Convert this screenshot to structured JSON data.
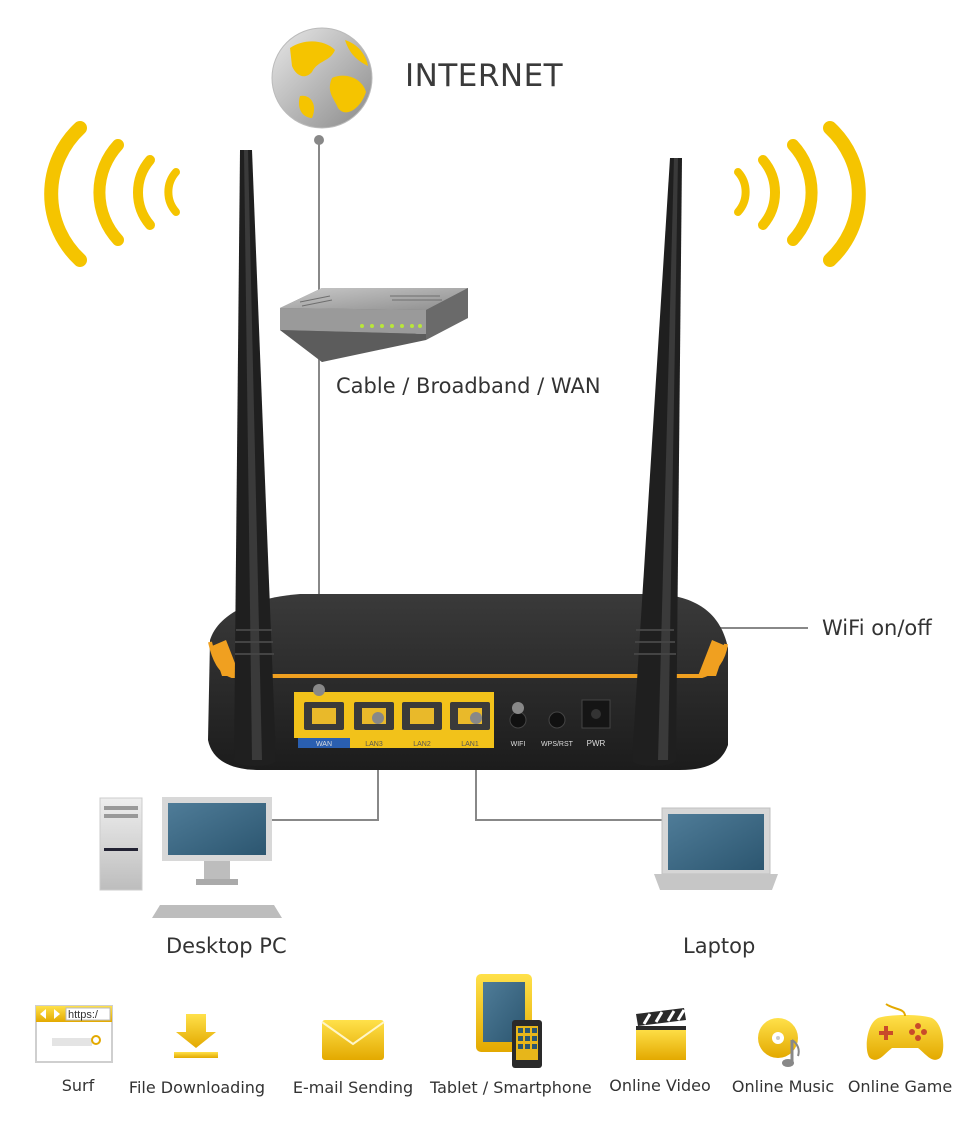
{
  "internet": {
    "label": "INTERNET"
  },
  "modem": {
    "label": "Cable / Broadband / WAN"
  },
  "router": {
    "wifi_label": "WiFi on/off",
    "ports": {
      "wan": "WAN",
      "lan3": "LAN3",
      "lan2": "LAN2",
      "lan1": "LAN1",
      "wifi": "WIFI",
      "wps": "WPS/RST",
      "pwr": "PWR"
    }
  },
  "devices": {
    "desktop": "Desktop PC",
    "laptop": "Laptop"
  },
  "browser_icon_text": "https:/",
  "features": [
    {
      "label": "Surf",
      "icon": "browser-icon"
    },
    {
      "label": "File Downloading",
      "icon": "download-icon"
    },
    {
      "label": "E-mail Sending",
      "icon": "envelope-icon"
    },
    {
      "label": "Tablet / Smartphone",
      "icon": "tablet-phone-icon"
    },
    {
      "label": "Online Video",
      "icon": "clapperboard-icon"
    },
    {
      "label": "Online Music",
      "icon": "music-disc-icon"
    },
    {
      "label": "Online Game",
      "icon": "gamepad-icon"
    }
  ],
  "colors": {
    "accent": "#f5c400",
    "router_body": "#2b2b2b",
    "router_trim": "#f0a020",
    "wan_blue": "#2a5fb0",
    "line": "#888888"
  }
}
